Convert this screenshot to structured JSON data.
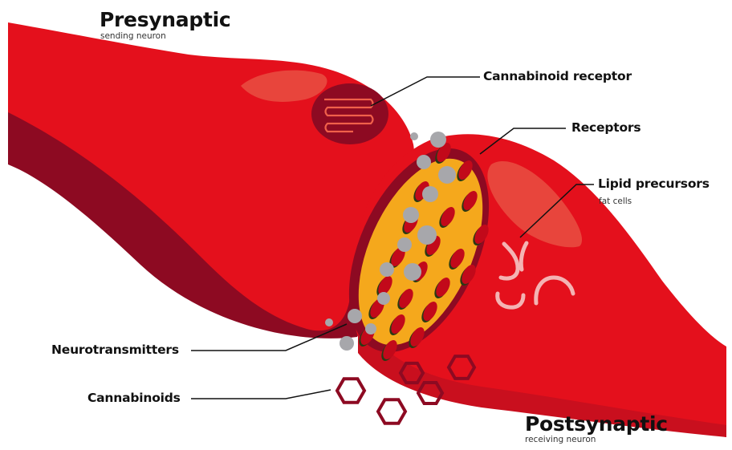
{
  "labels": {
    "presynaptic": {
      "title": "Presynaptic",
      "subtitle": "sending neuron"
    },
    "postsynaptic": {
      "title": "Postsynaptic",
      "subtitle": "receiving neuron"
    },
    "cannabinoid_receptor": "Cannabinoid receptor",
    "receptors": "Receptors",
    "lipid_precursors": {
      "title": "Lipid precursors",
      "subtitle": "fat cells"
    },
    "neurotransmitters": "Neurotransmitters",
    "cannabinoids": "Cannabinoids"
  },
  "colors": {
    "neuron_red": "#e4101c",
    "neuron_dark": "#8d0a22",
    "highlight": "#e8453c",
    "synapse_orange": "#f5a81c",
    "receptor_red": "#c2091a",
    "receptor_dark": "#2a3a14",
    "neurotransmitter_grey": "#a7a7ab",
    "cannabinoid_outline": "#8d0a22",
    "lipid_pink": "#f4b3b3",
    "leader_line": "#111111"
  },
  "icons": {
    "cannabinoid": "hexagon-outline",
    "neurotransmitter": "grey-circle",
    "receptor": "red-oval",
    "lipid_precursor": "u-shape"
  }
}
